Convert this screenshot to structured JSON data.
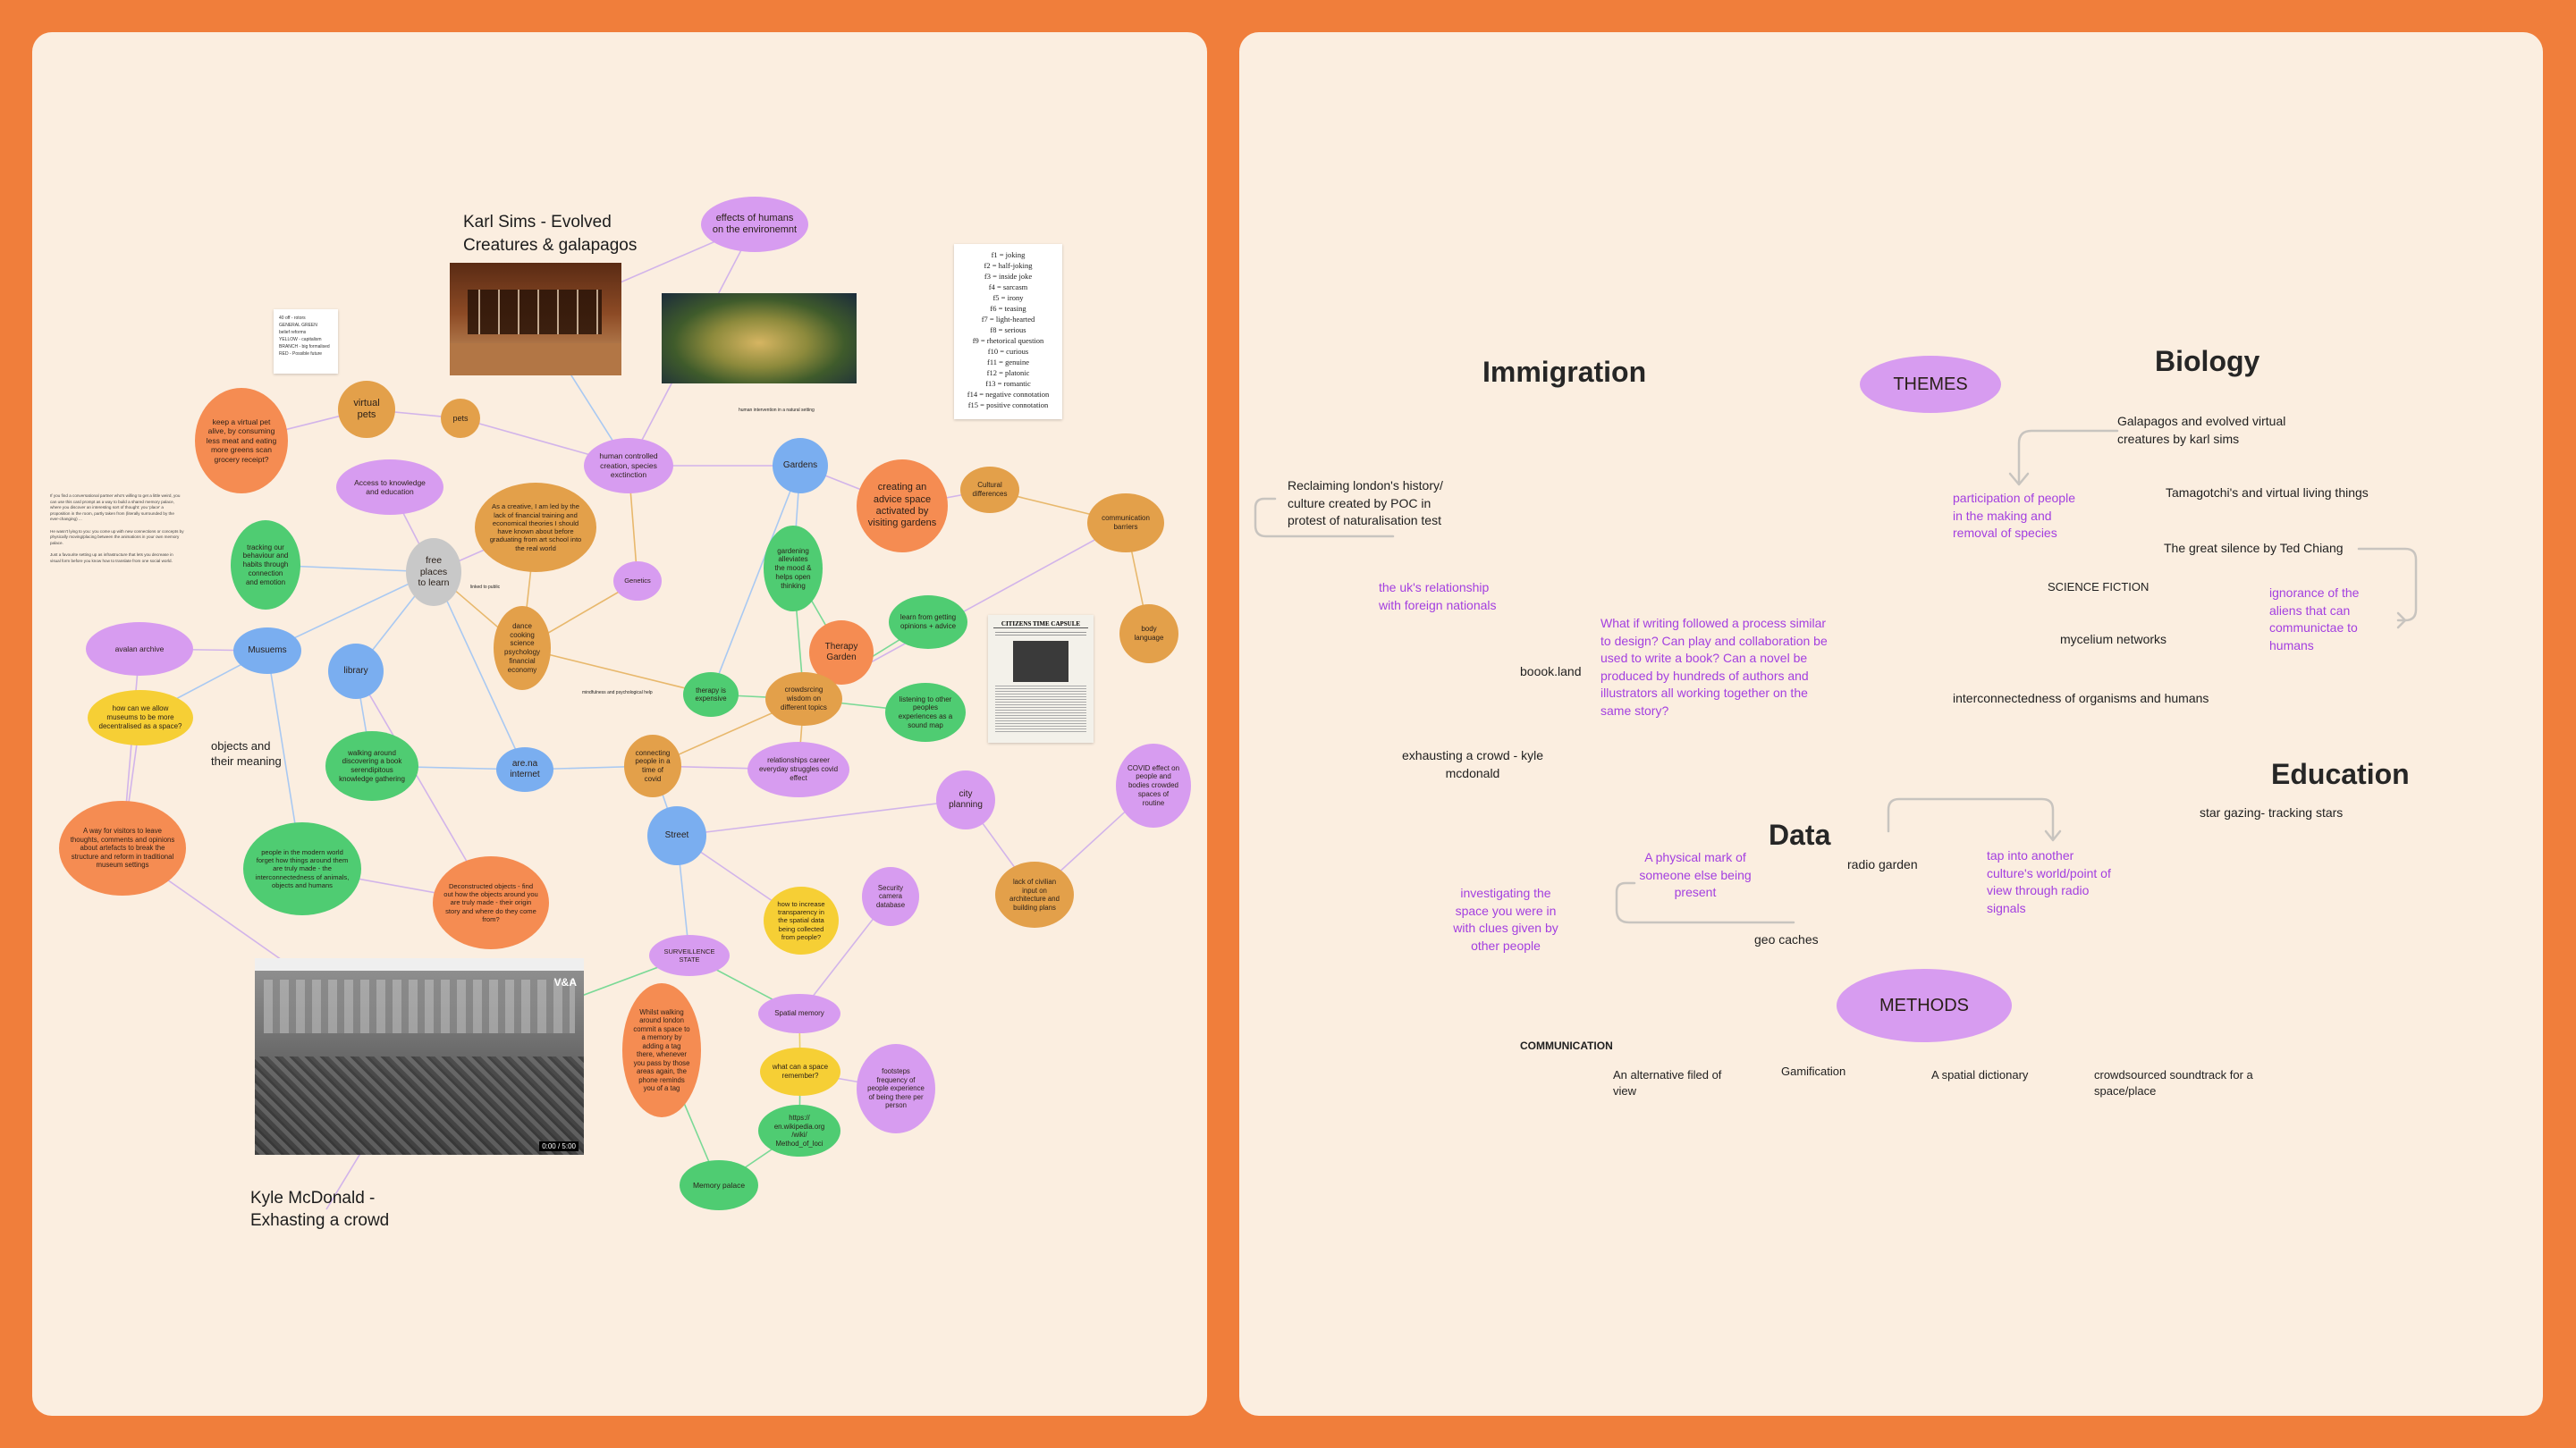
{
  "left": {
    "title_karl": "Karl Sims - Evolved Creatures & galapagos",
    "title_kyle": "Kyle McDonald - Exhasting a crowd",
    "small_caption": "human intervention in a natural setting",
    "objects_meaning": "objects and their meaning",
    "edge_label_free": "linked to public",
    "edge_label_therapy": "mindfulness and psychological help",
    "note_card": "40 off - rotors\nGENERAL GREEN\nbelief reforms\nYELLOW - capitalism\nBRANCH - big formalised\nRED - Possible future",
    "left_paragraph": [
      "If you find a conversational partner who's willing to get a little weird, you can use this card prompt as a way to build a shared memory palace, where you discover an interesting sort of thought: you 'place' a proposition in the room, partly taken from (literally surrounded by the ever-changing) ...",
      "He wasn't lying to you: you come up with new connections or concepts by physically moving/placing between the animations in your own memory palace.",
      "Just a favourite setting up as infrastructure that lets you decrease in visual form before you know how to translate from one social world."
    ],
    "poem_lines": [
      "f1 = joking",
      "f2 = half-joking",
      "f3 = inside joke",
      "f4 = sarcasm",
      "f5 = irony",
      "f6 = teasing",
      "f7 = light-hearted",
      "f8 = serious",
      "f9 = rhetorical question",
      "f10 = curious",
      "f11 = genuine",
      "f12 = platonic",
      "f13 = romantic",
      "f14 = negative connotation",
      "f15 = positive connotation"
    ],
    "newspaper_title": "CITIZENS TIME CAPSULE",
    "video_timestamp": "0:00 / 5:00",
    "video_logo": "V&A",
    "nodes": [
      {
        "id": "effects",
        "text": "effects of humans on the environemnt"
      },
      {
        "id": "keep",
        "text": "keep a virtual pet alive, by consuming less meat and eating more greens scan grocery receipt?"
      },
      {
        "id": "vpets",
        "text": "virtual pets"
      },
      {
        "id": "pets",
        "text": "pets"
      },
      {
        "id": "hcc",
        "text": "human controlled creation, species exctinction"
      },
      {
        "id": "access",
        "text": "Access to knowledge and education"
      },
      {
        "id": "creative",
        "text": "As a creative, I am led by the lack of financial training and economical theories I should have known about before graduating from art school into the real world"
      },
      {
        "id": "genetics",
        "text": "Genetics"
      },
      {
        "id": "gardens",
        "text": "Gardens"
      },
      {
        "id": "advice",
        "text": "creating an advice space activated by visiting gardens"
      },
      {
        "id": "cultural",
        "text": "Cultural differences"
      },
      {
        "id": "comm",
        "text": "communication barriers"
      },
      {
        "id": "body",
        "text": "body language"
      },
      {
        "id": "tracking",
        "text": "tracking our behaviour and habits through connection and emotion"
      },
      {
        "id": "free",
        "text": "free places to learn"
      },
      {
        "id": "dance",
        "text": "dance cooking science psychology financial economy"
      },
      {
        "id": "gardening",
        "text": "gardening alleviates the mood & helps open thinking"
      },
      {
        "id": "therapyg",
        "text": "Therapy Garden"
      },
      {
        "id": "learn",
        "text": "learn from getting opinions + advice"
      },
      {
        "id": "avalan",
        "text": "avalan archive"
      },
      {
        "id": "museums",
        "text": "Musuems"
      },
      {
        "id": "library",
        "text": "library"
      },
      {
        "id": "howcan",
        "text": "how can we allow museums to be more decentralised as a space?"
      },
      {
        "id": "therapyexp",
        "text": "therapy is expensive"
      },
      {
        "id": "crowd",
        "text": "crowdsrcing wisdom on different topics"
      },
      {
        "id": "listening",
        "text": "listening to other peoples experiences as a sound map"
      },
      {
        "id": "walking",
        "text": "walking around discovering a book serendipitous knowledge gathering"
      },
      {
        "id": "arena",
        "text": "are.na internet"
      },
      {
        "id": "connecting",
        "text": "connecting people in a time of covid"
      },
      {
        "id": "relationships",
        "text": "relationships career everyday struggles covid effect"
      },
      {
        "id": "covid",
        "text": "COVID effect on people and bodies crowded spaces of routine"
      },
      {
        "id": "way",
        "text": "A way for visitors to leave thoughts, comments and opinions about artefacts to break the structure and reform in traditional museum settings"
      },
      {
        "id": "people",
        "text": "people in the modern world forget how things around them are truly made - the interconnectedness of animals, objects and humans"
      },
      {
        "id": "decon",
        "text": "Deconstructed objects - find out how the objects around you are truly made - their origin story and where do they come from?"
      },
      {
        "id": "street",
        "text": "Street"
      },
      {
        "id": "city",
        "text": "city planning"
      },
      {
        "id": "lack",
        "text": "lack of civilian input on architecture and building plans"
      },
      {
        "id": "transparency",
        "text": "how to increase transparency in the spatial data being collected from people?"
      },
      {
        "id": "security",
        "text": "Security camera database"
      },
      {
        "id": "surveillance",
        "text": "SURVEILLENCE STATE"
      },
      {
        "id": "whilst",
        "text": "Whilst walking around london commit a space to a memory by adding a tag there, whenever you pass by those areas again, the phone reminds you of a tag"
      },
      {
        "id": "spatial",
        "text": "Spatial memory"
      },
      {
        "id": "whatcan",
        "text": "what can a space remember?"
      },
      {
        "id": "footsteps",
        "text": "footsteps frequency of people experience of being there per person"
      },
      {
        "id": "wiki",
        "text": "https:// en.wikipedia.org /wiki/ Method_of_loci"
      },
      {
        "id": "palace",
        "text": "Memory palace"
      }
    ]
  },
  "right": {
    "headings": {
      "immigration": "Immigration",
      "biology": "Biology",
      "education": "Education",
      "data": "Data"
    },
    "themes": "THEMES",
    "methods": "METHODS",
    "items": {
      "reclaiming": "Reclaiming london's history/ culture created by POC in protest of naturalisation test",
      "uk": "the uk's relationship with foreign nationals",
      "booot": "boook.land",
      "writing": "What if writing followed a process similar to design? Can play and collaboration be used to write a book? Can a novel be produced by hundreds of authors and illustrators all working together on the same story?",
      "exhausting": "exhausting a crowd - kyle mcdonald",
      "galapagos": "Galapagos and evolved virtual creatures by karl sims",
      "participation": "participation of people in the making and removal of species",
      "tamagotchi": "Tamagotchi's and virtual living things",
      "silence": "The great silence by Ted Chiang",
      "ignorance": "ignorance of the aliens that can communictae to humans",
      "scifi": "SCIENCE FICTION",
      "mycelium": "mycelium networks",
      "interconnect": "interconnectedness of organisms and humans",
      "stargazing": "star gazing- tracking stars",
      "physical": "A physical mark of someone else being present",
      "radio": "radio garden",
      "tapinto": "tap into another culture's world/point of view through radio signals",
      "investigating": "investigating the space you were in with clues given by other people",
      "geocaches": "geo caches",
      "communication": "COMMUNICATION",
      "alternative": "An alternative filed of view",
      "gamification": "Gamification",
      "spatialdict": "A spatial dictionary",
      "soundtrack": "crowdsourced soundtrack for a space/place"
    }
  },
  "colors": {
    "background": "#f07e3b",
    "board": "#fbeee0",
    "purple_text": "#a33fe0",
    "purple_bubble": "#d79cf0"
  }
}
